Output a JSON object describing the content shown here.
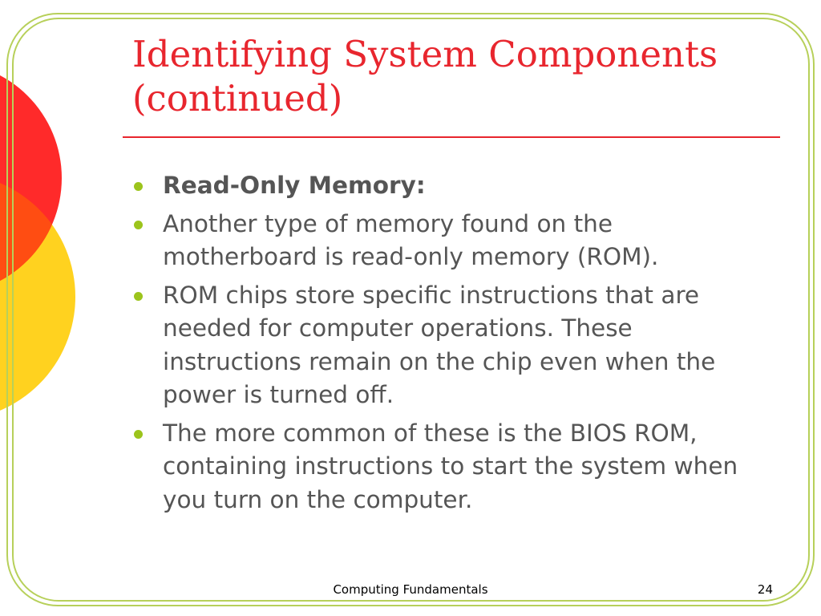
{
  "slide": {
    "title": "Identifying System Components (continued)",
    "bullets": [
      {
        "text": "Read-Only Memory:",
        "bold": true
      },
      {
        "text": "Another type of memory found on the motherboard is read-only memory (ROM).",
        "bold": false
      },
      {
        "text": "ROM chips store specific instructions that are needed for computer operations. These instructions remain on the chip even when the power is turned off.",
        "bold": false
      },
      {
        "text": "The more common of these is the BIOS ROM, containing instructions to start the system when you turn on the computer.",
        "bold": false
      }
    ],
    "footer": "Computing Fundamentals",
    "page_number": "24"
  },
  "colors": {
    "title": "#e8262e",
    "body_text": "#555555",
    "bullet": "#9cc41c",
    "frame": "#b7d05a",
    "deco_red": "#ff2a2a",
    "deco_yellow": "#ffd21f",
    "deco_overlap": "#ff4d12"
  }
}
